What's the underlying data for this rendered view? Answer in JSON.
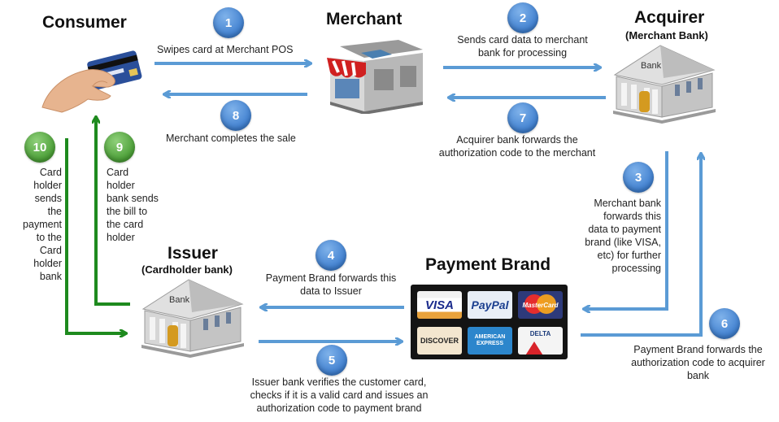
{
  "nodes": {
    "consumer": {
      "title": "Consumer"
    },
    "merchant": {
      "title": "Merchant"
    },
    "acquirer": {
      "title": "Acquirer",
      "subtitle": "(Merchant Bank)"
    },
    "issuer": {
      "title": "Issuer",
      "subtitle": "(Cardholder bank)"
    },
    "payment_brand": {
      "title": "Payment Brand"
    }
  },
  "building_sign": "Bank",
  "cards": {
    "visa": "VISA",
    "paypal": "PayPal",
    "mastercard": "MasterCard",
    "discover": "DISCOVER",
    "amex_1": "AMERICAN",
    "amex_2": "EXPRESS",
    "delta": "DELTA"
  },
  "steps": [
    {
      "number": "1",
      "text": "Swipes card at Merchant POS"
    },
    {
      "number": "2",
      "text": "Sends card data to merchant bank for processing"
    },
    {
      "number": "3",
      "text": "Merchant bank forwards this data to payment brand (like VISA, etc) for further processing"
    },
    {
      "number": "4",
      "text": "Payment Brand forwards this data to Issuer"
    },
    {
      "number": "5",
      "text": "Issuer bank verifies the customer card, checks if it is a valid card and issues an authorization code to payment brand"
    },
    {
      "number": "6",
      "text": "Payment Brand forwards the authorization code to acquirer bank"
    },
    {
      "number": "7",
      "text": "Acquirer bank forwards the authorization code to the merchant"
    },
    {
      "number": "8",
      "text": "Merchant completes the sale"
    },
    {
      "number": "9",
      "text": "Card holder bank sends the bill to the card holder"
    },
    {
      "number": "10",
      "text": "Card holder sends the payment to the Card holder bank"
    }
  ],
  "colors": {
    "blue_arrow": "#5b9bd5",
    "green_arrow": "#1e8a1e",
    "blue_badge": "#4a8ad8",
    "green_badge": "#5aa842"
  }
}
